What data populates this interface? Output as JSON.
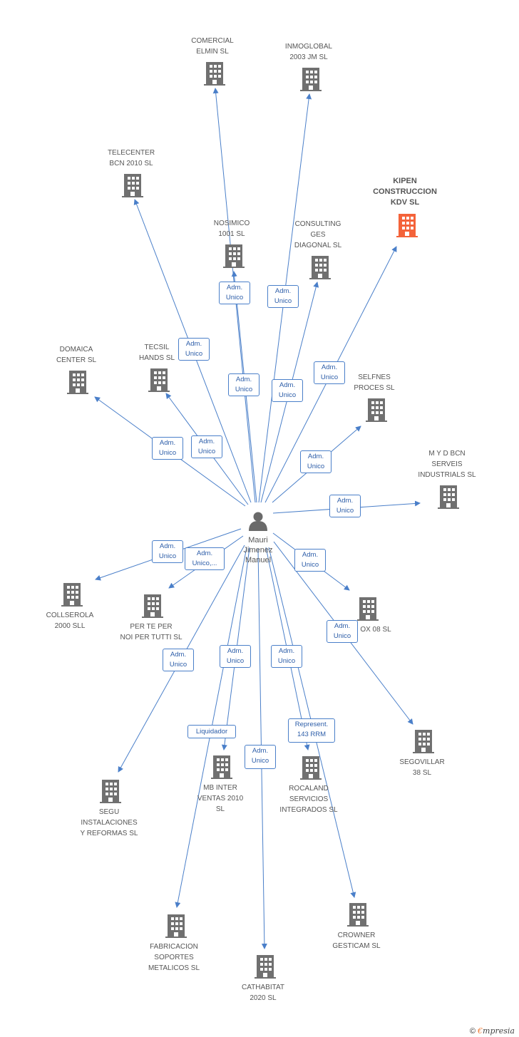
{
  "colors": {
    "edge": "#4a7fc9",
    "building": "#707070",
    "building_highlight": "#f4633a",
    "person": "#6a6a6a"
  },
  "person": {
    "name": "Mauri\nJimenez\nManuel",
    "icon": "person-icon"
  },
  "companies": [
    {
      "id": "comercial",
      "name": "COMERCIAL\nELMIN SL"
    },
    {
      "id": "inmoglobal",
      "name": "INMOGLOBAL\n2003 JM SL"
    },
    {
      "id": "telecenter",
      "name": "TELECENTER\nBCN 2010 SL"
    },
    {
      "id": "kipen",
      "name": "KIPEN\nCONSTRUCCION\nKDV SL",
      "highlight": true
    },
    {
      "id": "nosimico",
      "name": "NOSIMICO\n1001 SL"
    },
    {
      "id": "consulting",
      "name": "CONSULTING\nGES\nDIAGONAL SL"
    },
    {
      "id": "domaica",
      "name": "DOMAICA\nCENTER SL"
    },
    {
      "id": "tecsil",
      "name": "TECSIL\nHANDS SL"
    },
    {
      "id": "selfnes",
      "name": "SELFNES\nPROCES SL"
    },
    {
      "id": "myd",
      "name": "M Y D BCN\nSERVEIS\nINDUSTRIALS SL"
    },
    {
      "id": "collserola",
      "name": "COLLSEROLA\n2000 SLL"
    },
    {
      "id": "perteper",
      "name": "PER TE PER\nNOI PER TUTTI SL"
    },
    {
      "id": "ox08",
      "name": "OX 08 SL"
    },
    {
      "id": "segovillar",
      "name": "SEGOVILLAR\n38 SL"
    },
    {
      "id": "segu",
      "name": "SEGU\nINSTALACIONES\nY REFORMAS SL"
    },
    {
      "id": "mbinter",
      "name": "MB INTER\nVENTAS 2010\nSL"
    },
    {
      "id": "rocaland",
      "name": "ROCALAND\nSERVICIOS\nINTEGRADOS SL"
    },
    {
      "id": "fabricacion",
      "name": "FABRICACION\nSOPORTES\nMETALICOS SL"
    },
    {
      "id": "cathabitat",
      "name": "CATHABITAT\n2020 SL"
    },
    {
      "id": "crowner",
      "name": "CROWNER\nGESTICAM SL"
    }
  ],
  "relations": [
    {
      "target": "comercial",
      "label": "Adm.\nUnico"
    },
    {
      "target": "inmoglobal",
      "label": "Adm.\nUnico"
    },
    {
      "target": "telecenter",
      "label": "Adm.\nUnico"
    },
    {
      "target": "kipen",
      "label": "Adm.\nUnico"
    },
    {
      "target": "nosimico",
      "label": "Adm.\nUnico"
    },
    {
      "target": "consulting",
      "label": "Adm.\nUnico"
    },
    {
      "target": "domaica",
      "label": "Adm.\nUnico"
    },
    {
      "target": "tecsil",
      "label": "Adm.\nUnico"
    },
    {
      "target": "selfnes",
      "label": "Adm.\nUnico"
    },
    {
      "target": "myd",
      "label": "Adm.\nUnico"
    },
    {
      "target": "collserola",
      "label": "Adm.\nUnico"
    },
    {
      "target": "perteper",
      "label": "Adm.\nUnico,..."
    },
    {
      "target": "ox08",
      "label": "Adm.\nUnico"
    },
    {
      "target": "segovillar",
      "label": "Adm.\nUnico"
    },
    {
      "target": "segu",
      "label": "Adm.\nUnico"
    },
    {
      "target": "mbinter",
      "label": "Adm.\nUnico"
    },
    {
      "target": "rocaland",
      "label": "Adm.\nUnico"
    },
    {
      "target": "fabricacion",
      "label": "Liquidador"
    },
    {
      "target": "cathabitat",
      "label": "Adm.\nUnico"
    },
    {
      "target": "crowner",
      "label": "Represent.\n143 RRM"
    }
  ],
  "watermark": {
    "symbol": "©",
    "brand_initial": "€",
    "brand_rest": "mpresia"
  }
}
